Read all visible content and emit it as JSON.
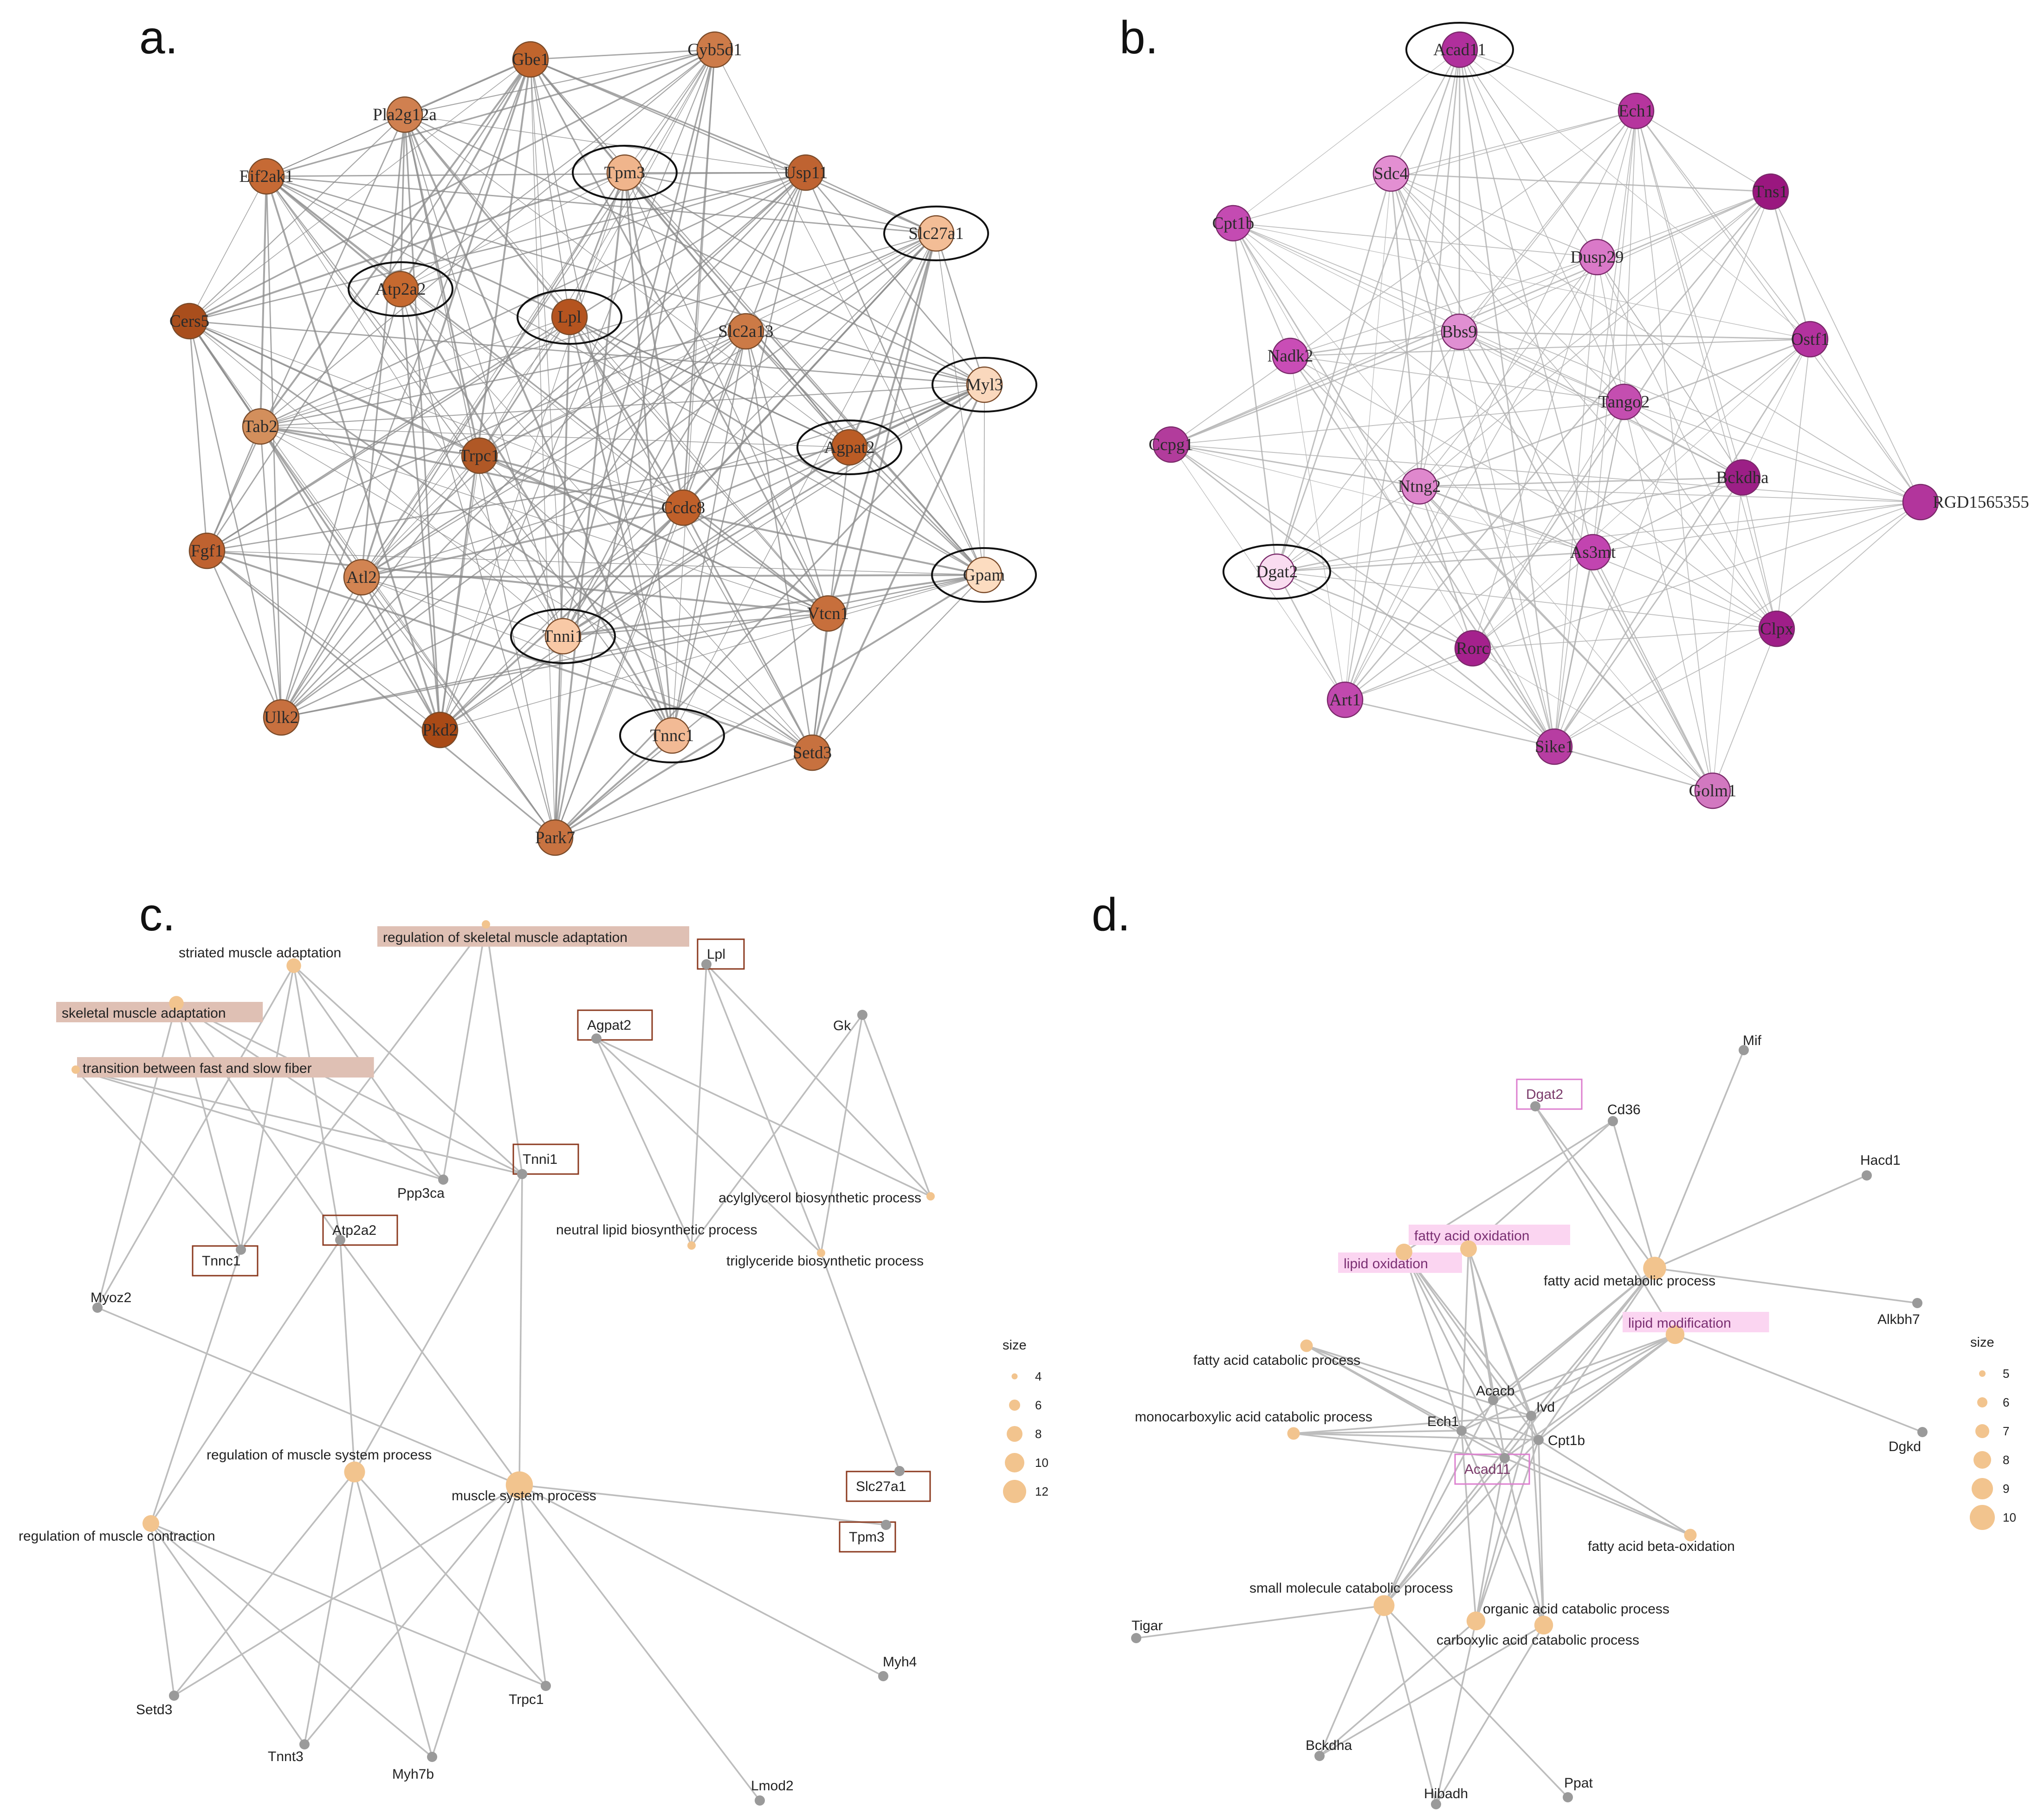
{
  "colors": {
    "edge_ab": "#8a8a8a",
    "edge_b": "#b0b0b0",
    "edge_cd": "#bdbdbd",
    "term_node": "#f2c48e",
    "gene_node": "#9a9a9a",
    "highlight_c": "#dfc0b4",
    "box_c": "#8b3a1f",
    "highlight_d": "#fbd5f1",
    "box_d": "#dd7fcf"
  },
  "panel_a": {
    "letter": "a.",
    "nodes": [
      {
        "id": "Gbe1",
        "color": "#c0652d"
      },
      {
        "id": "Cyb5d1",
        "color": "#cd7b49"
      },
      {
        "id": "Pla2g12a",
        "color": "#d08050"
      },
      {
        "id": "Tpm3",
        "color": "#f0b58c",
        "circled": true
      },
      {
        "id": "Usp11",
        "color": "#bf6331"
      },
      {
        "id": "Eif2ak1",
        "color": "#c66a35"
      },
      {
        "id": "Slc27a1",
        "color": "#f3bd96",
        "circled": true
      },
      {
        "id": "Atp2a2",
        "color": "#c6692f",
        "circled": true
      },
      {
        "id": "Lpl",
        "color": "#b5541f",
        "circled": true
      },
      {
        "id": "Slc2a13",
        "color": "#cc7a46"
      },
      {
        "id": "Cers5",
        "color": "#a94e1c"
      },
      {
        "id": "Myl3",
        "color": "#fad8bd",
        "circled": true
      },
      {
        "id": "Tab2",
        "color": "#d38f5c"
      },
      {
        "id": "Trpc1",
        "color": "#b05826"
      },
      {
        "id": "Agpat2",
        "color": "#bb5c25",
        "circled": true
      },
      {
        "id": "Ccdc8",
        "color": "#c0602a"
      },
      {
        "id": "Fgf1",
        "color": "#bf6230"
      },
      {
        "id": "Atl2",
        "color": "#d28452"
      },
      {
        "id": "Gpam",
        "color": "#fcdcc0",
        "circled": true
      },
      {
        "id": "Vtcn1",
        "color": "#c76f3c"
      },
      {
        "id": "Tnni1",
        "color": "#f8c9a6",
        "circled": true
      },
      {
        "id": "Ulk2",
        "color": "#c7703f"
      },
      {
        "id": "Pkd2",
        "color": "#a94a16"
      },
      {
        "id": "Tnnc1",
        "color": "#f2ba95",
        "circled": true
      },
      {
        "id": "Setd3",
        "color": "#c7713f"
      },
      {
        "id": "Park7",
        "color": "#c87341"
      }
    ]
  },
  "panel_b": {
    "letter": "b.",
    "nodes": [
      {
        "id": "Acad11",
        "color": "#b02f9c",
        "circled": true
      },
      {
        "id": "Ech1",
        "color": "#b6359e"
      },
      {
        "id": "Sdc4",
        "color": "#e38fd2"
      },
      {
        "id": "Tns1",
        "color": "#9a177f"
      },
      {
        "id": "Cpt1b",
        "color": "#c44bb2"
      },
      {
        "id": "Dusp29",
        "color": "#da79c8"
      },
      {
        "id": "Nadk2",
        "color": "#c94db6"
      },
      {
        "id": "Bbs9",
        "color": "#e08fd2"
      },
      {
        "id": "Ostf1",
        "color": "#b3329e"
      },
      {
        "id": "Tango2",
        "color": "#c44eb0"
      },
      {
        "id": "Ccpg1",
        "color": "#b23c9c"
      },
      {
        "id": "Ntng2",
        "color": "#df88cd"
      },
      {
        "id": "Bckdha",
        "color": "#9c1f86"
      },
      {
        "id": "RGD1565355",
        "color": "#b2359c"
      },
      {
        "id": "As3mt",
        "color": "#c244b0"
      },
      {
        "id": "Dgat2",
        "color": "#f9dcf0",
        "circled": true
      },
      {
        "id": "Rorc",
        "color": "#a5218d"
      },
      {
        "id": "Clpx",
        "color": "#9f1e88"
      },
      {
        "id": "Art1",
        "color": "#c149ae"
      },
      {
        "id": "Sike1",
        "color": "#b73da2"
      },
      {
        "id": "Golm1",
        "color": "#d278c0"
      }
    ]
  },
  "panel_c": {
    "letter": "c.",
    "terms": [
      {
        "id": "striated muscle adaptation",
        "size": 6,
        "highlight": false
      },
      {
        "id": "regulation of skeletal muscle adaptation",
        "size": 3,
        "highlight": true
      },
      {
        "id": "skeletal muscle adaptation",
        "size": 6,
        "highlight": true
      },
      {
        "id": "transition between fast and slow fiber",
        "size": 3,
        "highlight": true
      },
      {
        "id": "acylglycerol biosynthetic process",
        "size": 3,
        "highlight": false
      },
      {
        "id": "neutral lipid biosynthetic process",
        "size": 3,
        "highlight": false
      },
      {
        "id": "triglyceride biosynthetic process",
        "size": 3,
        "highlight": false
      },
      {
        "id": "regulation of muscle system process",
        "size": 9,
        "highlight": false
      },
      {
        "id": "muscle system process",
        "size": 12,
        "highlight": false
      },
      {
        "id": "regulation of muscle contraction",
        "size": 7,
        "highlight": false
      }
    ],
    "genes": [
      {
        "id": "Lpl",
        "boxed": true
      },
      {
        "id": "Agpat2",
        "boxed": true
      },
      {
        "id": "Gk",
        "boxed": false
      },
      {
        "id": "Ppp3ca",
        "boxed": false
      },
      {
        "id": "Tnni1",
        "boxed": true
      },
      {
        "id": "Atp2a2",
        "boxed": true
      },
      {
        "id": "Tnnc1",
        "boxed": true
      },
      {
        "id": "Myoz2",
        "boxed": false
      },
      {
        "id": "Slc27a1",
        "boxed": true
      },
      {
        "id": "Tpm3",
        "boxed": true
      },
      {
        "id": "Myh4",
        "boxed": false
      },
      {
        "id": "Setd3",
        "boxed": false
      },
      {
        "id": "Trpc1",
        "boxed": false
      },
      {
        "id": "Tnnt3",
        "boxed": false
      },
      {
        "id": "Myh7b",
        "boxed": false
      },
      {
        "id": "Lmod2",
        "boxed": false
      }
    ],
    "edges": [
      [
        "striated muscle adaptation",
        "Myoz2"
      ],
      [
        "striated muscle adaptation",
        "Tnnc1"
      ],
      [
        "striated muscle adaptation",
        "Atp2a2"
      ],
      [
        "striated muscle adaptation",
        "Ppp3ca"
      ],
      [
        "striated muscle adaptation",
        "Tnni1"
      ],
      [
        "skeletal muscle adaptation",
        "Myoz2"
      ],
      [
        "skeletal muscle adaptation",
        "Tnnc1"
      ],
      [
        "skeletal muscle adaptation",
        "Atp2a2"
      ],
      [
        "skeletal muscle adaptation",
        "Ppp3ca"
      ],
      [
        "skeletal muscle adaptation",
        "Tnni1"
      ],
      [
        "transition between fast and slow fiber",
        "Tnnc1"
      ],
      [
        "transition between fast and slow fiber",
        "Ppp3ca"
      ],
      [
        "transition between fast and slow fiber",
        "Tnni1"
      ],
      [
        "regulation of skeletal muscle adaptation",
        "Tnnc1"
      ],
      [
        "regulation of skeletal muscle adaptation",
        "Ppp3ca"
      ],
      [
        "regulation of skeletal muscle adaptation",
        "Tnni1"
      ],
      [
        "acylglycerol biosynthetic process",
        "Agpat2"
      ],
      [
        "acylglycerol biosynthetic process",
        "Lpl"
      ],
      [
        "acylglycerol biosynthetic process",
        "Gk"
      ],
      [
        "neutral lipid biosynthetic process",
        "Lpl"
      ],
      [
        "neutral lipid biosynthetic process",
        "Gk"
      ],
      [
        "neutral lipid biosynthetic process",
        "Agpat2"
      ],
      [
        "triglyceride biosynthetic process",
        "Lpl"
      ],
      [
        "triglyceride biosynthetic process",
        "Gk"
      ],
      [
        "triglyceride biosynthetic process",
        "Agpat2"
      ],
      [
        "triglyceride biosynthetic process",
        "Slc27a1"
      ],
      [
        "regulation of muscle system process",
        "Tnni1"
      ],
      [
        "regulation of muscle system process",
        "Atp2a2"
      ],
      [
        "regulation of muscle system process",
        "Setd3"
      ],
      [
        "regulation of muscle system process",
        "Trpc1"
      ],
      [
        "regulation of muscle system process",
        "Tnnt3"
      ],
      [
        "regulation of muscle system process",
        "Myh7b"
      ],
      [
        "muscle system process",
        "Myoz2"
      ],
      [
        "muscle system process",
        "Tnni1"
      ],
      [
        "muscle system process",
        "Atp2a2"
      ],
      [
        "muscle system process",
        "Setd3"
      ],
      [
        "muscle system process",
        "Trpc1"
      ],
      [
        "muscle system process",
        "Myh7b"
      ],
      [
        "muscle system process",
        "Tpm3"
      ],
      [
        "muscle system process",
        "Myh4"
      ],
      [
        "muscle system process",
        "Lmod2"
      ],
      [
        "muscle system process",
        "Tnnt3"
      ],
      [
        "regulation of muscle contraction",
        "Tnnc1"
      ],
      [
        "regulation of muscle contraction",
        "Atp2a2"
      ],
      [
        "regulation of muscle contraction",
        "Setd3"
      ],
      [
        "regulation of muscle contraction",
        "Trpc1"
      ],
      [
        "regulation of muscle contraction",
        "Tnnt3"
      ],
      [
        "regulation of muscle contraction",
        "Myh7b"
      ]
    ],
    "legend": {
      "title": "size",
      "values": [
        4,
        6,
        8,
        10,
        12
      ]
    }
  },
  "panel_d": {
    "letter": "d.",
    "terms": [
      {
        "id": "fatty acid oxidation",
        "size": 7,
        "highlight": true
      },
      {
        "id": "lipid oxidation",
        "size": 7,
        "highlight": true
      },
      {
        "id": "fatty acid metabolic process",
        "size": 10,
        "highlight": false
      },
      {
        "id": "lipid modification",
        "size": 8,
        "highlight": true
      },
      {
        "id": "fatty acid catabolic process",
        "size": 5,
        "highlight": false
      },
      {
        "id": "monocarboxylic acid catabolic process",
        "size": 5,
        "highlight": false
      },
      {
        "id": "fatty acid beta-oxidation",
        "size": 5,
        "highlight": false
      },
      {
        "id": "small molecule catabolic process",
        "size": 9,
        "highlight": false
      },
      {
        "id": "organic acid catabolic process",
        "size": 8,
        "highlight": false
      },
      {
        "id": "carboxylic acid catabolic process",
        "size": 8,
        "highlight": false
      }
    ],
    "genes": [
      {
        "id": "Mif",
        "boxed": false
      },
      {
        "id": "Dgat2",
        "boxed": true
      },
      {
        "id": "Cd36",
        "boxed": false
      },
      {
        "id": "Hacd1",
        "boxed": false
      },
      {
        "id": "Alkbh7",
        "boxed": false
      },
      {
        "id": "Acacb",
        "boxed": false
      },
      {
        "id": "Ivd",
        "boxed": false
      },
      {
        "id": "Ech1",
        "boxed": false
      },
      {
        "id": "Cpt1b",
        "boxed": false
      },
      {
        "id": "Acad11",
        "boxed": true
      },
      {
        "id": "Dgkd",
        "boxed": false
      },
      {
        "id": "Tigar",
        "boxed": false
      },
      {
        "id": "Bckdha",
        "boxed": false
      },
      {
        "id": "Hibadh",
        "boxed": false
      },
      {
        "id": "Ppat",
        "boxed": false
      }
    ],
    "edges": [
      [
        "fatty acid oxidation",
        "Cd36"
      ],
      [
        "fatty acid oxidation",
        "Acacb"
      ],
      [
        "fatty acid oxidation",
        "Ivd"
      ],
      [
        "fatty acid oxidation",
        "Ech1"
      ],
      [
        "fatty acid oxidation",
        "Cpt1b"
      ],
      [
        "fatty acid oxidation",
        "Acad11"
      ],
      [
        "lipid oxidation",
        "Cd36"
      ],
      [
        "lipid oxidation",
        "Acacb"
      ],
      [
        "lipid oxidation",
        "Ivd"
      ],
      [
        "lipid oxidation",
        "Ech1"
      ],
      [
        "lipid oxidation",
        "Cpt1b"
      ],
      [
        "lipid oxidation",
        "Acad11"
      ],
      [
        "fatty acid metabolic process",
        "Dgat2"
      ],
      [
        "fatty acid metabolic process",
        "Cd36"
      ],
      [
        "fatty acid metabolic process",
        "Mif"
      ],
      [
        "fatty acid metabolic process",
        "Hacd1"
      ],
      [
        "fatty acid metabolic process",
        "Alkbh7"
      ],
      [
        "fatty acid metabolic process",
        "Acacb"
      ],
      [
        "fatty acid metabolic process",
        "Ivd"
      ],
      [
        "fatty acid metabolic process",
        "Ech1"
      ],
      [
        "fatty acid metabolic process",
        "Cpt1b"
      ],
      [
        "fatty acid metabolic process",
        "Acad11"
      ],
      [
        "lipid modification",
        "Dgat2"
      ],
      [
        "lipid modification",
        "Dgkd"
      ],
      [
        "lipid modification",
        "Acacb"
      ],
      [
        "lipid modification",
        "Ivd"
      ],
      [
        "lipid modification",
        "Ech1"
      ],
      [
        "lipid modification",
        "Cpt1b"
      ],
      [
        "lipid modification",
        "Acad11"
      ],
      [
        "fatty acid catabolic process",
        "Ech1"
      ],
      [
        "fatty acid catabolic process",
        "Acad11"
      ],
      [
        "fatty acid catabolic process",
        "Ivd"
      ],
      [
        "fatty acid catabolic process",
        "Cpt1b"
      ],
      [
        "monocarboxylic acid catabolic process",
        "Ech1"
      ],
      [
        "monocarboxylic acid catabolic process",
        "Acad11"
      ],
      [
        "monocarboxylic acid catabolic process",
        "Ivd"
      ],
      [
        "monocarboxylic acid catabolic process",
        "Cpt1b"
      ],
      [
        "fatty acid beta-oxidation",
        "Ech1"
      ],
      [
        "fatty acid beta-oxidation",
        "Acad11"
      ],
      [
        "fatty acid beta-oxidation",
        "Cpt1b"
      ],
      [
        "small molecule catabolic process",
        "Tigar"
      ],
      [
        "small molecule catabolic process",
        "Bckdha"
      ],
      [
        "small molecule catabolic process",
        "Hibadh"
      ],
      [
        "small molecule catabolic process",
        "Ppat"
      ],
      [
        "small molecule catabolic process",
        "Ech1"
      ],
      [
        "small molecule catabolic process",
        "Acad11"
      ],
      [
        "small molecule catabolic process",
        "Ivd"
      ],
      [
        "small molecule catabolic process",
        "Cpt1b"
      ],
      [
        "small molecule catabolic process",
        "Acacb"
      ],
      [
        "organic acid catabolic process",
        "Bckdha"
      ],
      [
        "organic acid catabolic process",
        "Hibadh"
      ],
      [
        "organic acid catabolic process",
        "Ech1"
      ],
      [
        "organic acid catabolic process",
        "Acad11"
      ],
      [
        "organic acid catabolic process",
        "Ivd"
      ],
      [
        "organic acid catabolic process",
        "Cpt1b"
      ],
      [
        "carboxylic acid catabolic process",
        "Bckdha"
      ],
      [
        "carboxylic acid catabolic process",
        "Hibadh"
      ],
      [
        "carboxylic acid catabolic process",
        "Ech1"
      ],
      [
        "carboxylic acid catabolic process",
        "Acad11"
      ],
      [
        "carboxylic acid catabolic process",
        "Ivd"
      ],
      [
        "carboxylic acid catabolic process",
        "Cpt1b"
      ]
    ],
    "legend": {
      "title": "size",
      "values": [
        5,
        6,
        7,
        8,
        9,
        10
      ]
    }
  }
}
